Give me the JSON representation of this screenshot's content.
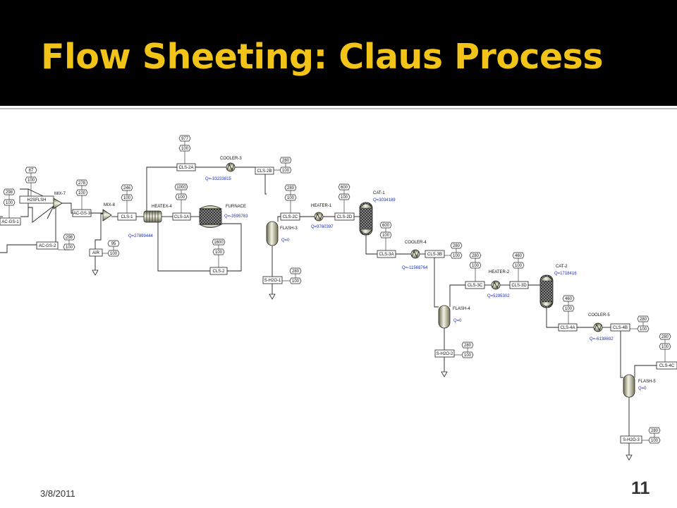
{
  "slide": {
    "title": "Flow Sheeting: Claus Process",
    "date": "3/8/2011",
    "page_number": "11"
  },
  "colors": {
    "header_bg": "#000000",
    "title": "#f2c418",
    "duty_text": "#1d2fbd",
    "line": "#222222"
  },
  "streams": {
    "h2sflsh": "H2SFLSH",
    "acgs1": "AC-GS-1",
    "acgs2": "AC-GS-2",
    "acgs3": "AC-GS-3",
    "air": "AIR",
    "cls1": "CLS-1",
    "cls1a": "CLS-1A",
    "cls2": "CLS-2",
    "cls2a": "CLS-2A",
    "cls2b": "CLS-2B",
    "cls2c": "CLS-2C",
    "cls2d": "CLS-2D",
    "sh2o1": "S-H2O-1",
    "cls3a": "CLS-3A",
    "cls3b": "CLS-3B",
    "cls3c": "CLS-3C",
    "cls3d": "CLS-3D",
    "sh2o2": "S-H2O-2",
    "cls4a": "CLS-4A",
    "cls4b": "CLS-4B",
    "cls4c": "CLS-4C",
    "sh2o3": "S-H2O-3"
  },
  "blocks": {
    "mix7": "MIX-7",
    "mix8": "MIX-8",
    "heatex4": "HEATEX-4",
    "furnace": "FURNACE",
    "cooler3": "COOLER-3",
    "flash3": "FLASH-3",
    "heater1": "HEATER-1",
    "cat1": "CAT-1",
    "cooler4": "COOLER-4",
    "heater2": "HEATER-2",
    "cat2": "CAT-2",
    "flash4": "FLASH-4",
    "cooler5": "COOLER-5",
    "flash5": "FLASH-5"
  },
  "duties": {
    "heatex4": "Q=27899444",
    "furnace": "Q=-3595783",
    "cooler3": "Q=-33233815",
    "flash3": "Q=0",
    "heater1": "Q=9760397",
    "cat1": "Q=3034189",
    "cooler4": "Q=-11568764",
    "heater2": "Q=5295302",
    "cat2": "Q=1718416",
    "flash4": "Q=0",
    "cooler5": "Q=-6138692",
    "flash5": "Q=0"
  },
  "conditions": {
    "acgs1": {
      "temp": "298",
      "pres": "100"
    },
    "h2sflsh": {
      "temp": "87",
      "pres": "100"
    },
    "acgs3": {
      "temp": "278",
      "pres": "100"
    },
    "acgs2": {
      "temp": "298",
      "pres": "100"
    },
    "air": {
      "temp": "95",
      "pres": "100"
    },
    "cls1": {
      "temp": "246",
      "pres": "100"
    },
    "cls2a": {
      "temp": "977",
      "pres": "100"
    },
    "cls1a": {
      "temp": "1000",
      "pres": "100"
    },
    "cls2": {
      "temp": "1600",
      "pres": "100"
    },
    "cls2b": {
      "temp": "280",
      "pres": "100"
    },
    "cls2c": {
      "temp": "280",
      "pres": "100"
    },
    "sh2o1": {
      "temp": "280",
      "pres": "100"
    },
    "cls2d": {
      "temp": "600",
      "pres": "100"
    },
    "cls3a": {
      "temp": "600",
      "pres": "100"
    },
    "cls3b": {
      "temp": "280",
      "pres": "100"
    },
    "cls3c": {
      "temp": "280",
      "pres": "100"
    },
    "cls3d": {
      "temp": "460",
      "pres": "100"
    },
    "sh2o2": {
      "temp": "280",
      "pres": "100"
    },
    "cls4a": {
      "temp": "460",
      "pres": "100"
    },
    "cls4b": {
      "temp": "280",
      "pres": "100"
    },
    "cls4c": {
      "temp": "280",
      "pres": "100"
    },
    "sh2o3": {
      "temp": "280",
      "pres": "100"
    }
  }
}
